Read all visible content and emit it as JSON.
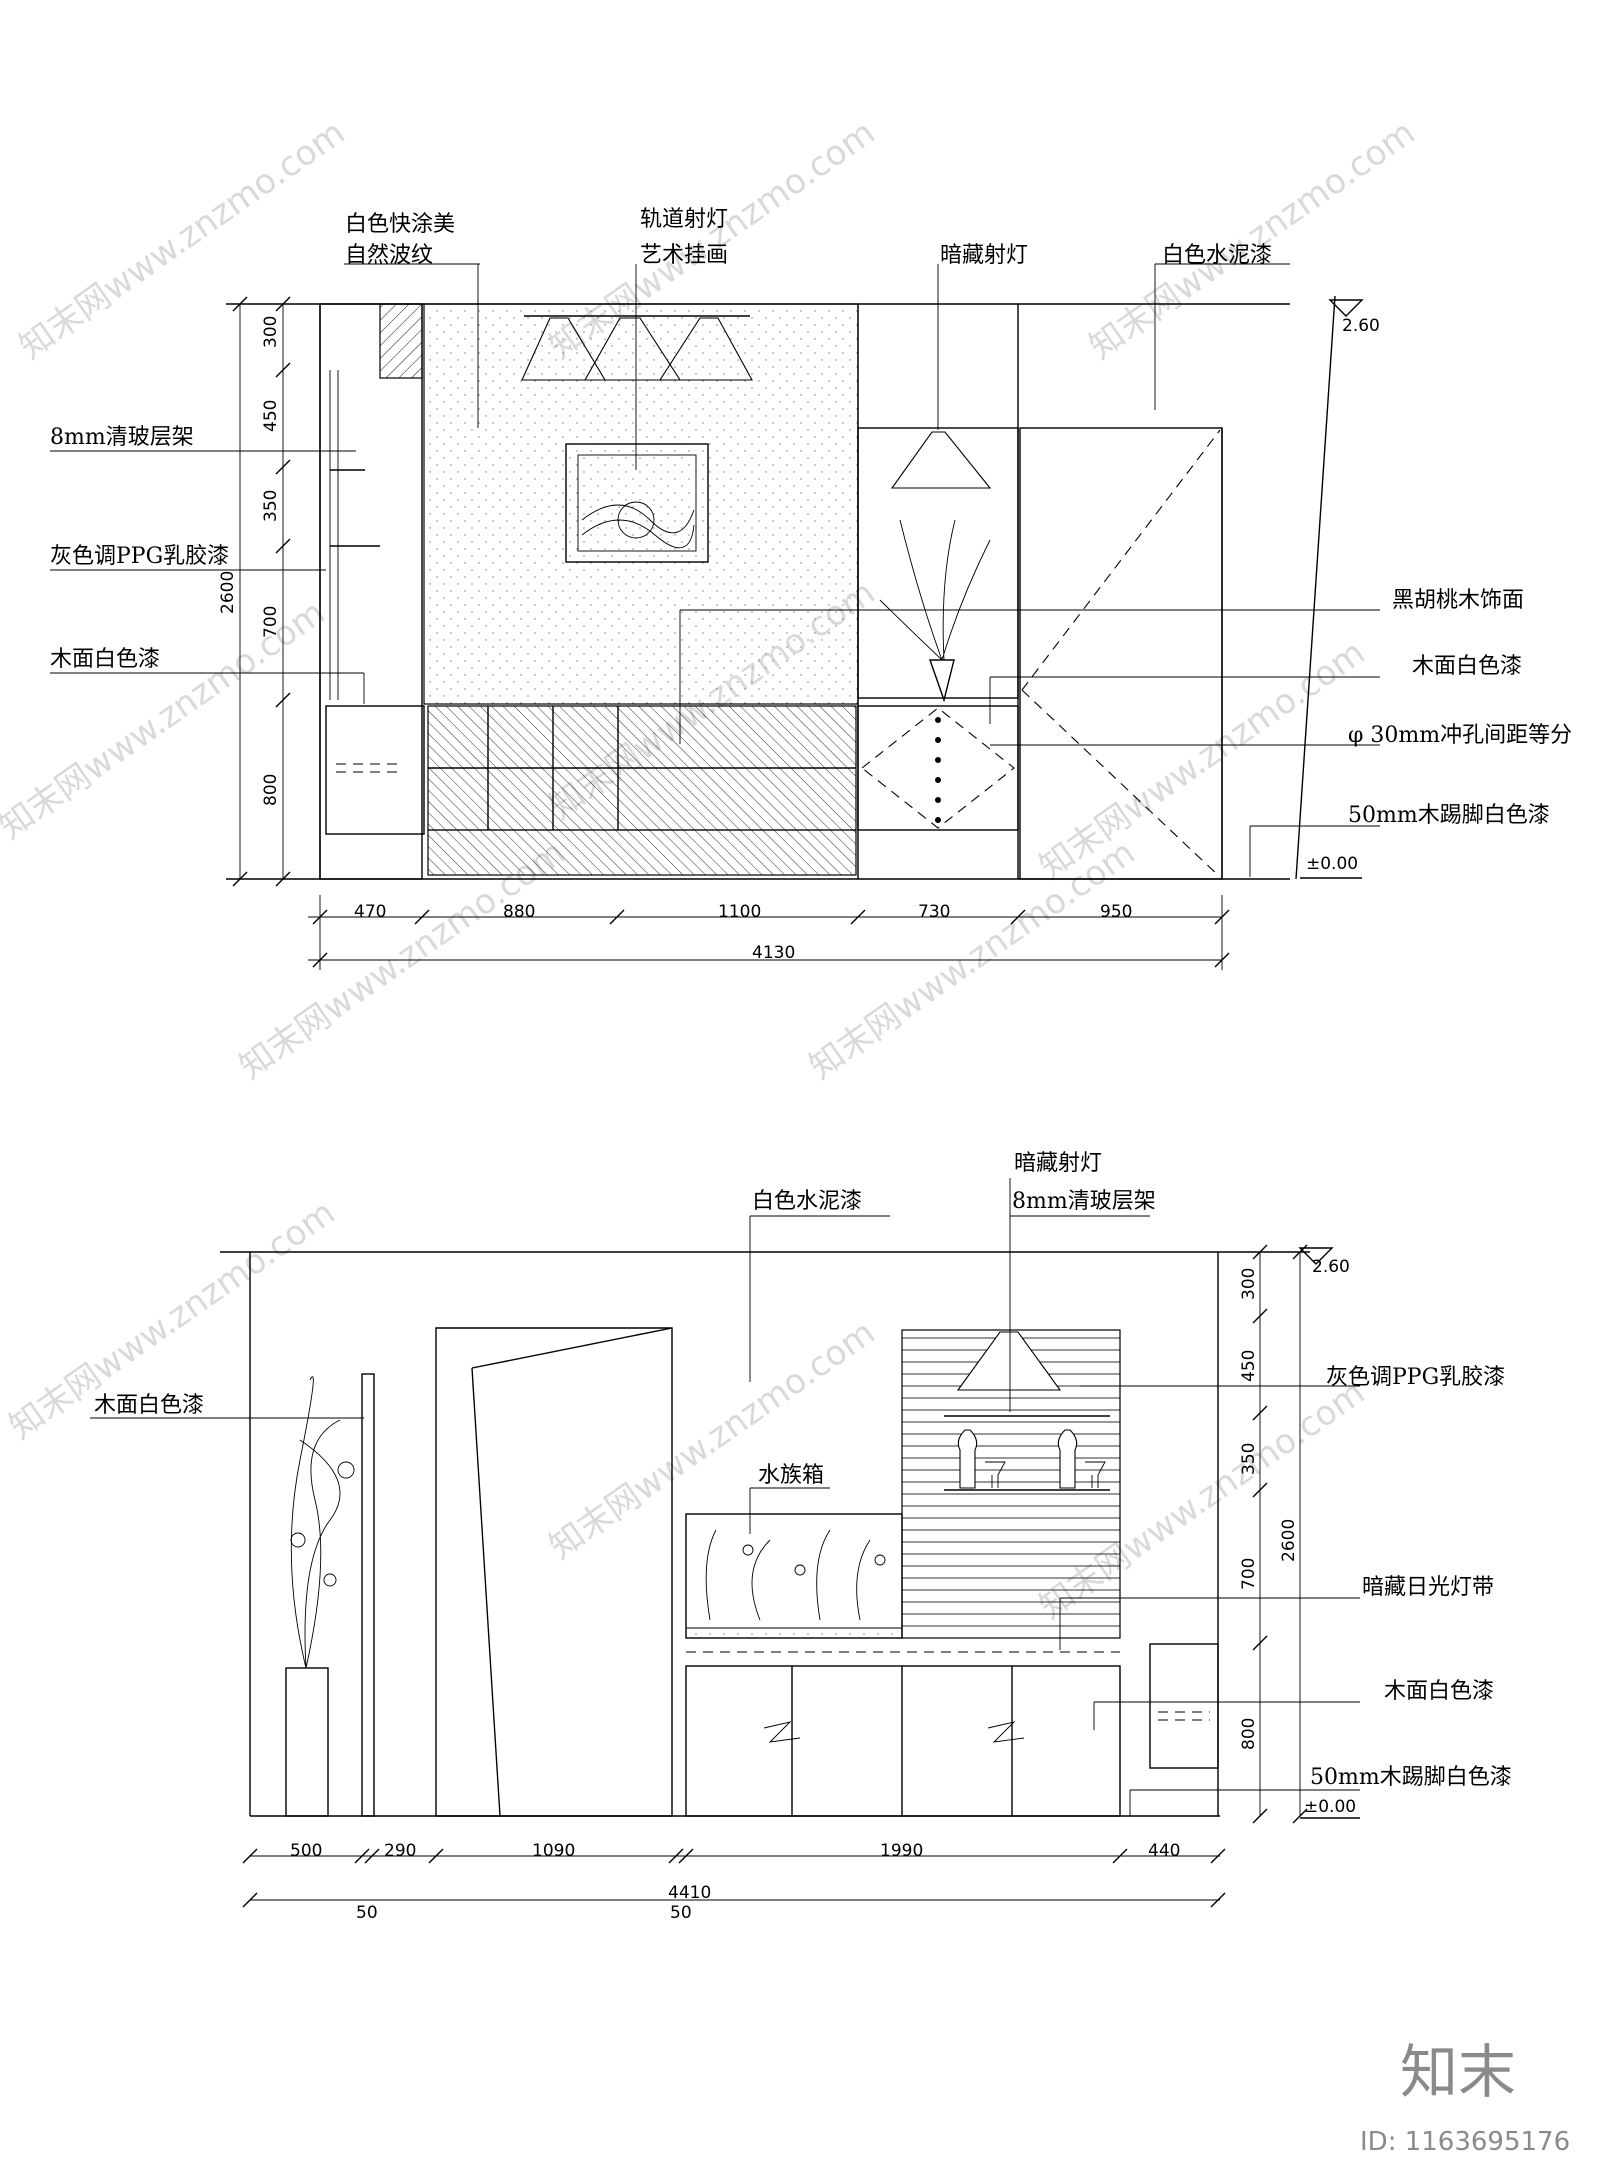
{
  "elevation_top": {
    "labels": {
      "paint_line1": "白色快涂美",
      "paint_line2": "自然波纹",
      "track_light": "轨道射灯",
      "art_painting": "艺术挂画",
      "hidden_spot": "暗藏射灯",
      "cement_paint": "白色水泥漆",
      "glass_shelf": "8mm清玻层架",
      "grey_paint": "灰色调PPG乳胶漆",
      "wood_white_left": "木面白色漆",
      "walnut": "黑胡桃木饰面",
      "wood_white_right": "木面白色漆",
      "punch_hole": "φ 30mm冲孔间距等分",
      "skirting": "50mm木踢脚白色漆"
    },
    "level_top": "2.60",
    "level_zero": "±0.00",
    "height_dims": [
      "300",
      "450",
      "350",
      "700",
      "800"
    ],
    "total_height": "2600",
    "width_dims": [
      "470",
      "880",
      "1100",
      "730",
      "950"
    ],
    "total_width": "4130"
  },
  "elevation_bottom": {
    "labels": {
      "hidden_spot": "暗藏射灯",
      "glass_shelf": "8mm清玻层架",
      "cement_paint": "白色水泥漆",
      "wood_white_left": "木面白色漆",
      "aquarium": "水族箱",
      "grey_paint": "灰色调PPG乳胶漆",
      "fluorescent": "暗藏日光灯带",
      "wood_white_right": "木面白色漆",
      "skirting": "50mm木踢脚白色漆"
    },
    "level_top": "2.60",
    "level_zero": "±0.00",
    "height_dims": [
      "300",
      "450",
      "350",
      "700",
      "800"
    ],
    "total_height": "2600",
    "width_dims": [
      "500",
      "290",
      "1090",
      "1990",
      "440"
    ],
    "total_width": "4410",
    "small_dims": [
      "50",
      "50"
    ]
  },
  "watermark": {
    "text": "知末网www.znzmo.com",
    "brand": "知末",
    "id": "ID: 1163695176"
  }
}
